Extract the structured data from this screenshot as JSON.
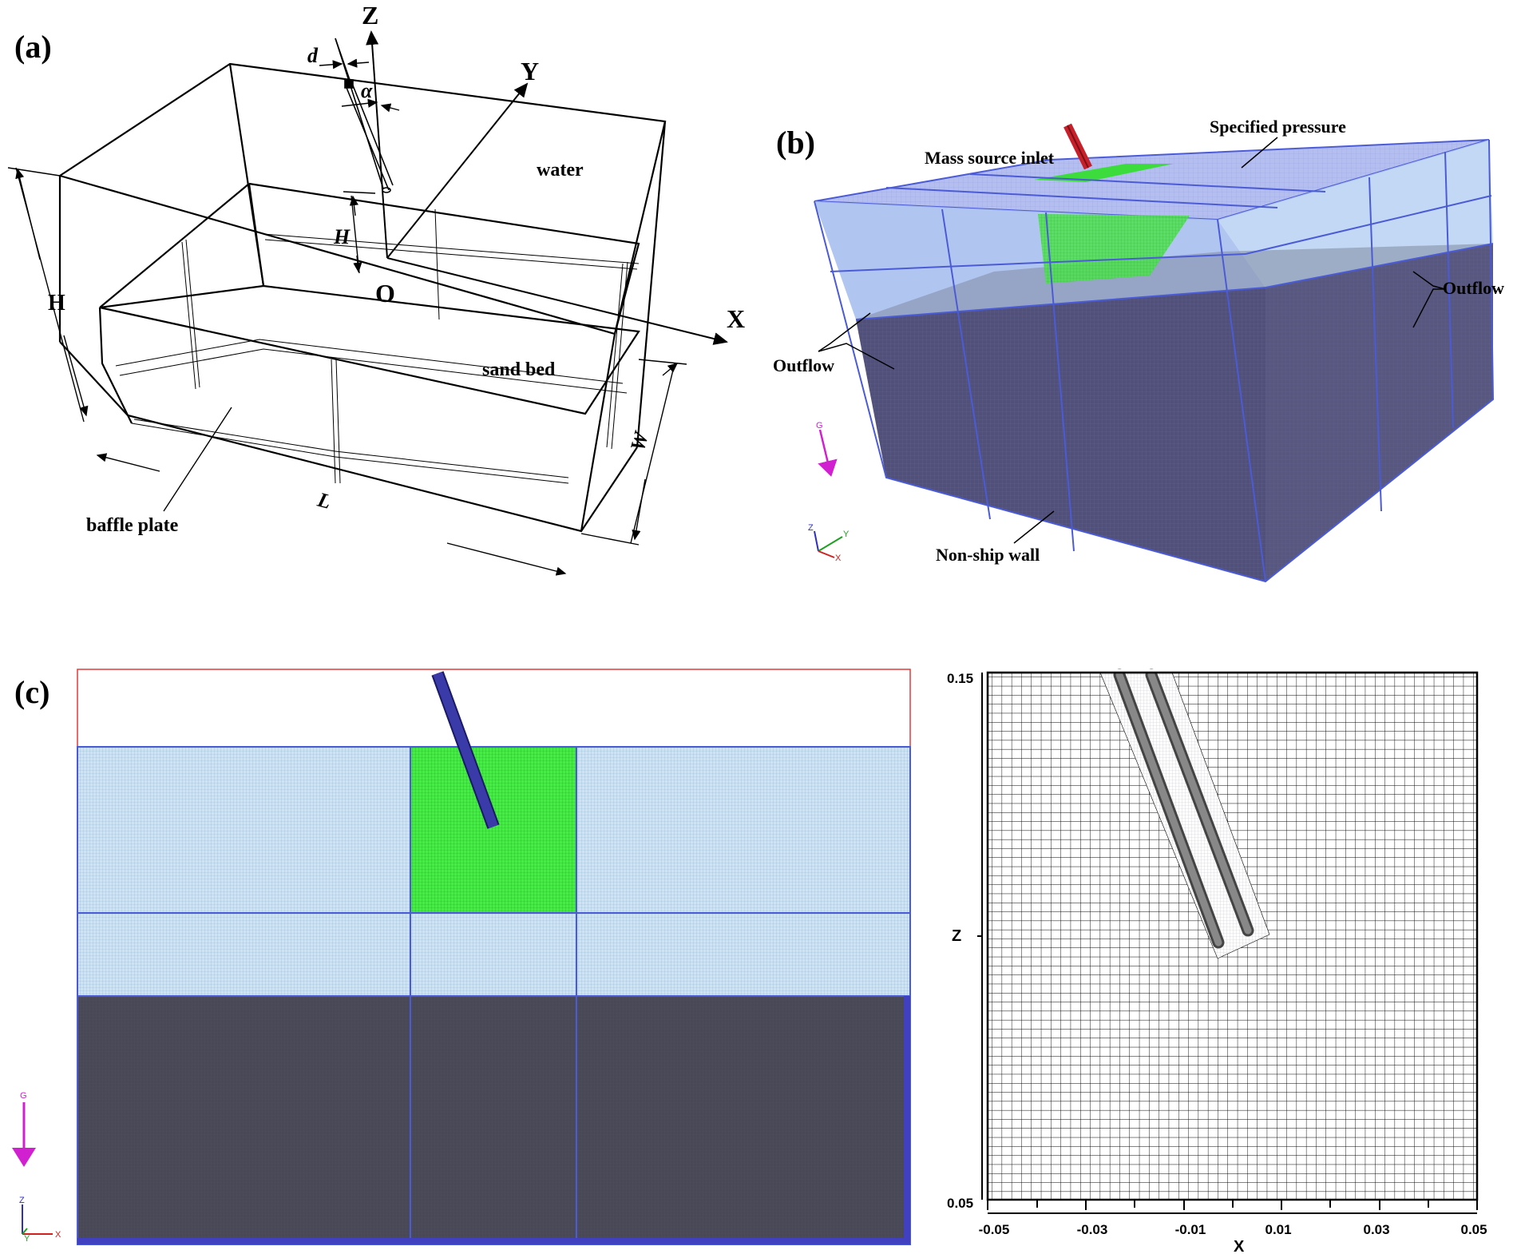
{
  "panel_a": {
    "label": "(a)",
    "axis_z": "Z",
    "axis_y": "Y",
    "axis_x": "X",
    "origin": "O",
    "water": "water",
    "sand_bed": "sand bed",
    "baffle_plate": "baffle plate",
    "dim_H_left": "H",
    "dim_H_inner": "H",
    "dim_d": "d",
    "dim_alpha": "α",
    "dim_L": "L",
    "dim_W": "W"
  },
  "panel_b": {
    "label": "(b)",
    "specified_pressure": "Specified pressure",
    "mass_source_inlet": "Mass source inlet",
    "outflow_left": "Outflow",
    "outflow_right": "Outflow",
    "non_ship_wall": "Non-ship wall",
    "gravity": "G",
    "triad_z": "Z",
    "triad_y": "Y",
    "triad_x": "X"
  },
  "panel_c": {
    "label": "(c)",
    "gravity": "G",
    "triad_z": "Z",
    "triad_y": "Y",
    "triad_x": "X"
  },
  "panel_d": {
    "xlabel": "X",
    "ylabel": "Z",
    "y_top": "0.15",
    "y_bottom": "0.05",
    "x_ticks": [
      "-0.05",
      "-0.03",
      "-0.01",
      "0.01",
      "0.03",
      "0.05"
    ]
  },
  "colors": {
    "water_mesh": "#cfe3f2",
    "sand_mesh": "#4a4a58",
    "refine_box": "#44ee44",
    "pipe_blue": "#3a3aa8",
    "pipe_red": "#c8202a",
    "block_lines": "#4b5bd6",
    "gravity_arrow": "#d020d0"
  }
}
